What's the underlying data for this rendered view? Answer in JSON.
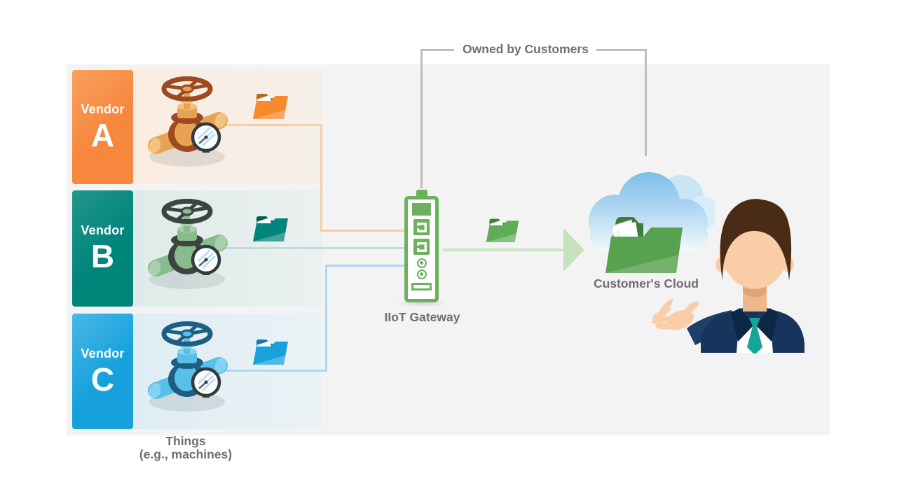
{
  "ui": {
    "bg": "#FFFFFF",
    "panel_bg": "#F3F3F3",
    "bracket_line": "#BDBDBD",
    "text_color": "#6F6F6F"
  },
  "bracket": {
    "label": "Owned by Customers"
  },
  "vendors": [
    {
      "name": "Vendor",
      "letter": "A",
      "colors": {
        "block": "#F6873C",
        "block_light": "#F9A15F",
        "tint_from": "#FAECE0",
        "tint_to": "#F5EFEA",
        "line": "#F7CDA5",
        "folder_main": "#F68A2D",
        "folder_dark": "#C2661A",
        "valve_dark": "#9C4B20",
        "valve_mid": "#E8A254",
        "valve_light": "#F2C27E"
      }
    },
    {
      "name": "Vendor",
      "letter": "B",
      "colors": {
        "block": "#00857B",
        "block_light": "#23968B",
        "tint_from": "#DEEBE9",
        "tint_to": "#EBF1F0",
        "line": "#BFDCD8",
        "folder_main": "#00857B",
        "folder_dark": "#005F58",
        "valve_dark": "#3C4442",
        "valve_mid": "#8ABB8C",
        "valve_light": "#ABCFAD"
      }
    },
    {
      "name": "Vendor",
      "letter": "C",
      "colors": {
        "block": "#16A1DC",
        "block_light": "#49B7E6",
        "tint_from": "#DEEDF4",
        "tint_to": "#EBF2F5",
        "line": "#A9DAF0",
        "folder_main": "#18A2DC",
        "folder_dark": "#0E7CAE",
        "valve_dark": "#1D5F82",
        "valve_mid": "#58BFE9",
        "valve_light": "#85D3F2"
      }
    }
  ],
  "things_label": {
    "line1": "Things",
    "line2": "(e.g., machines)"
  },
  "gateway": {
    "label": "IIoT Gateway",
    "accent": "#6CB25E"
  },
  "flow": {
    "arrow_line": "#CBE5C3",
    "arrow_head": "#C5E2BC",
    "folder_main": "#5FAE57",
    "folder_dark": "#3E7E3C"
  },
  "cloud": {
    "label": "Customer's Cloud",
    "grad_top": "#7FBEE8",
    "grad_mid": "#BCDDF3",
    "grad_bottom": "#F3FAFD",
    "back_lobe": "#C9E5F6",
    "folder_main": "#57A24F",
    "folder_dark": "#3D7C3A"
  },
  "person": {
    "hair": "#4A2B16",
    "skin": "#F9CDA7",
    "skin_shade": "#EFB68C",
    "suit": "#16345C",
    "suit_light": "#1E3E6B",
    "lapel": "#0D2746",
    "shirt": "#FFFFFF",
    "tie": "#14A69B"
  }
}
